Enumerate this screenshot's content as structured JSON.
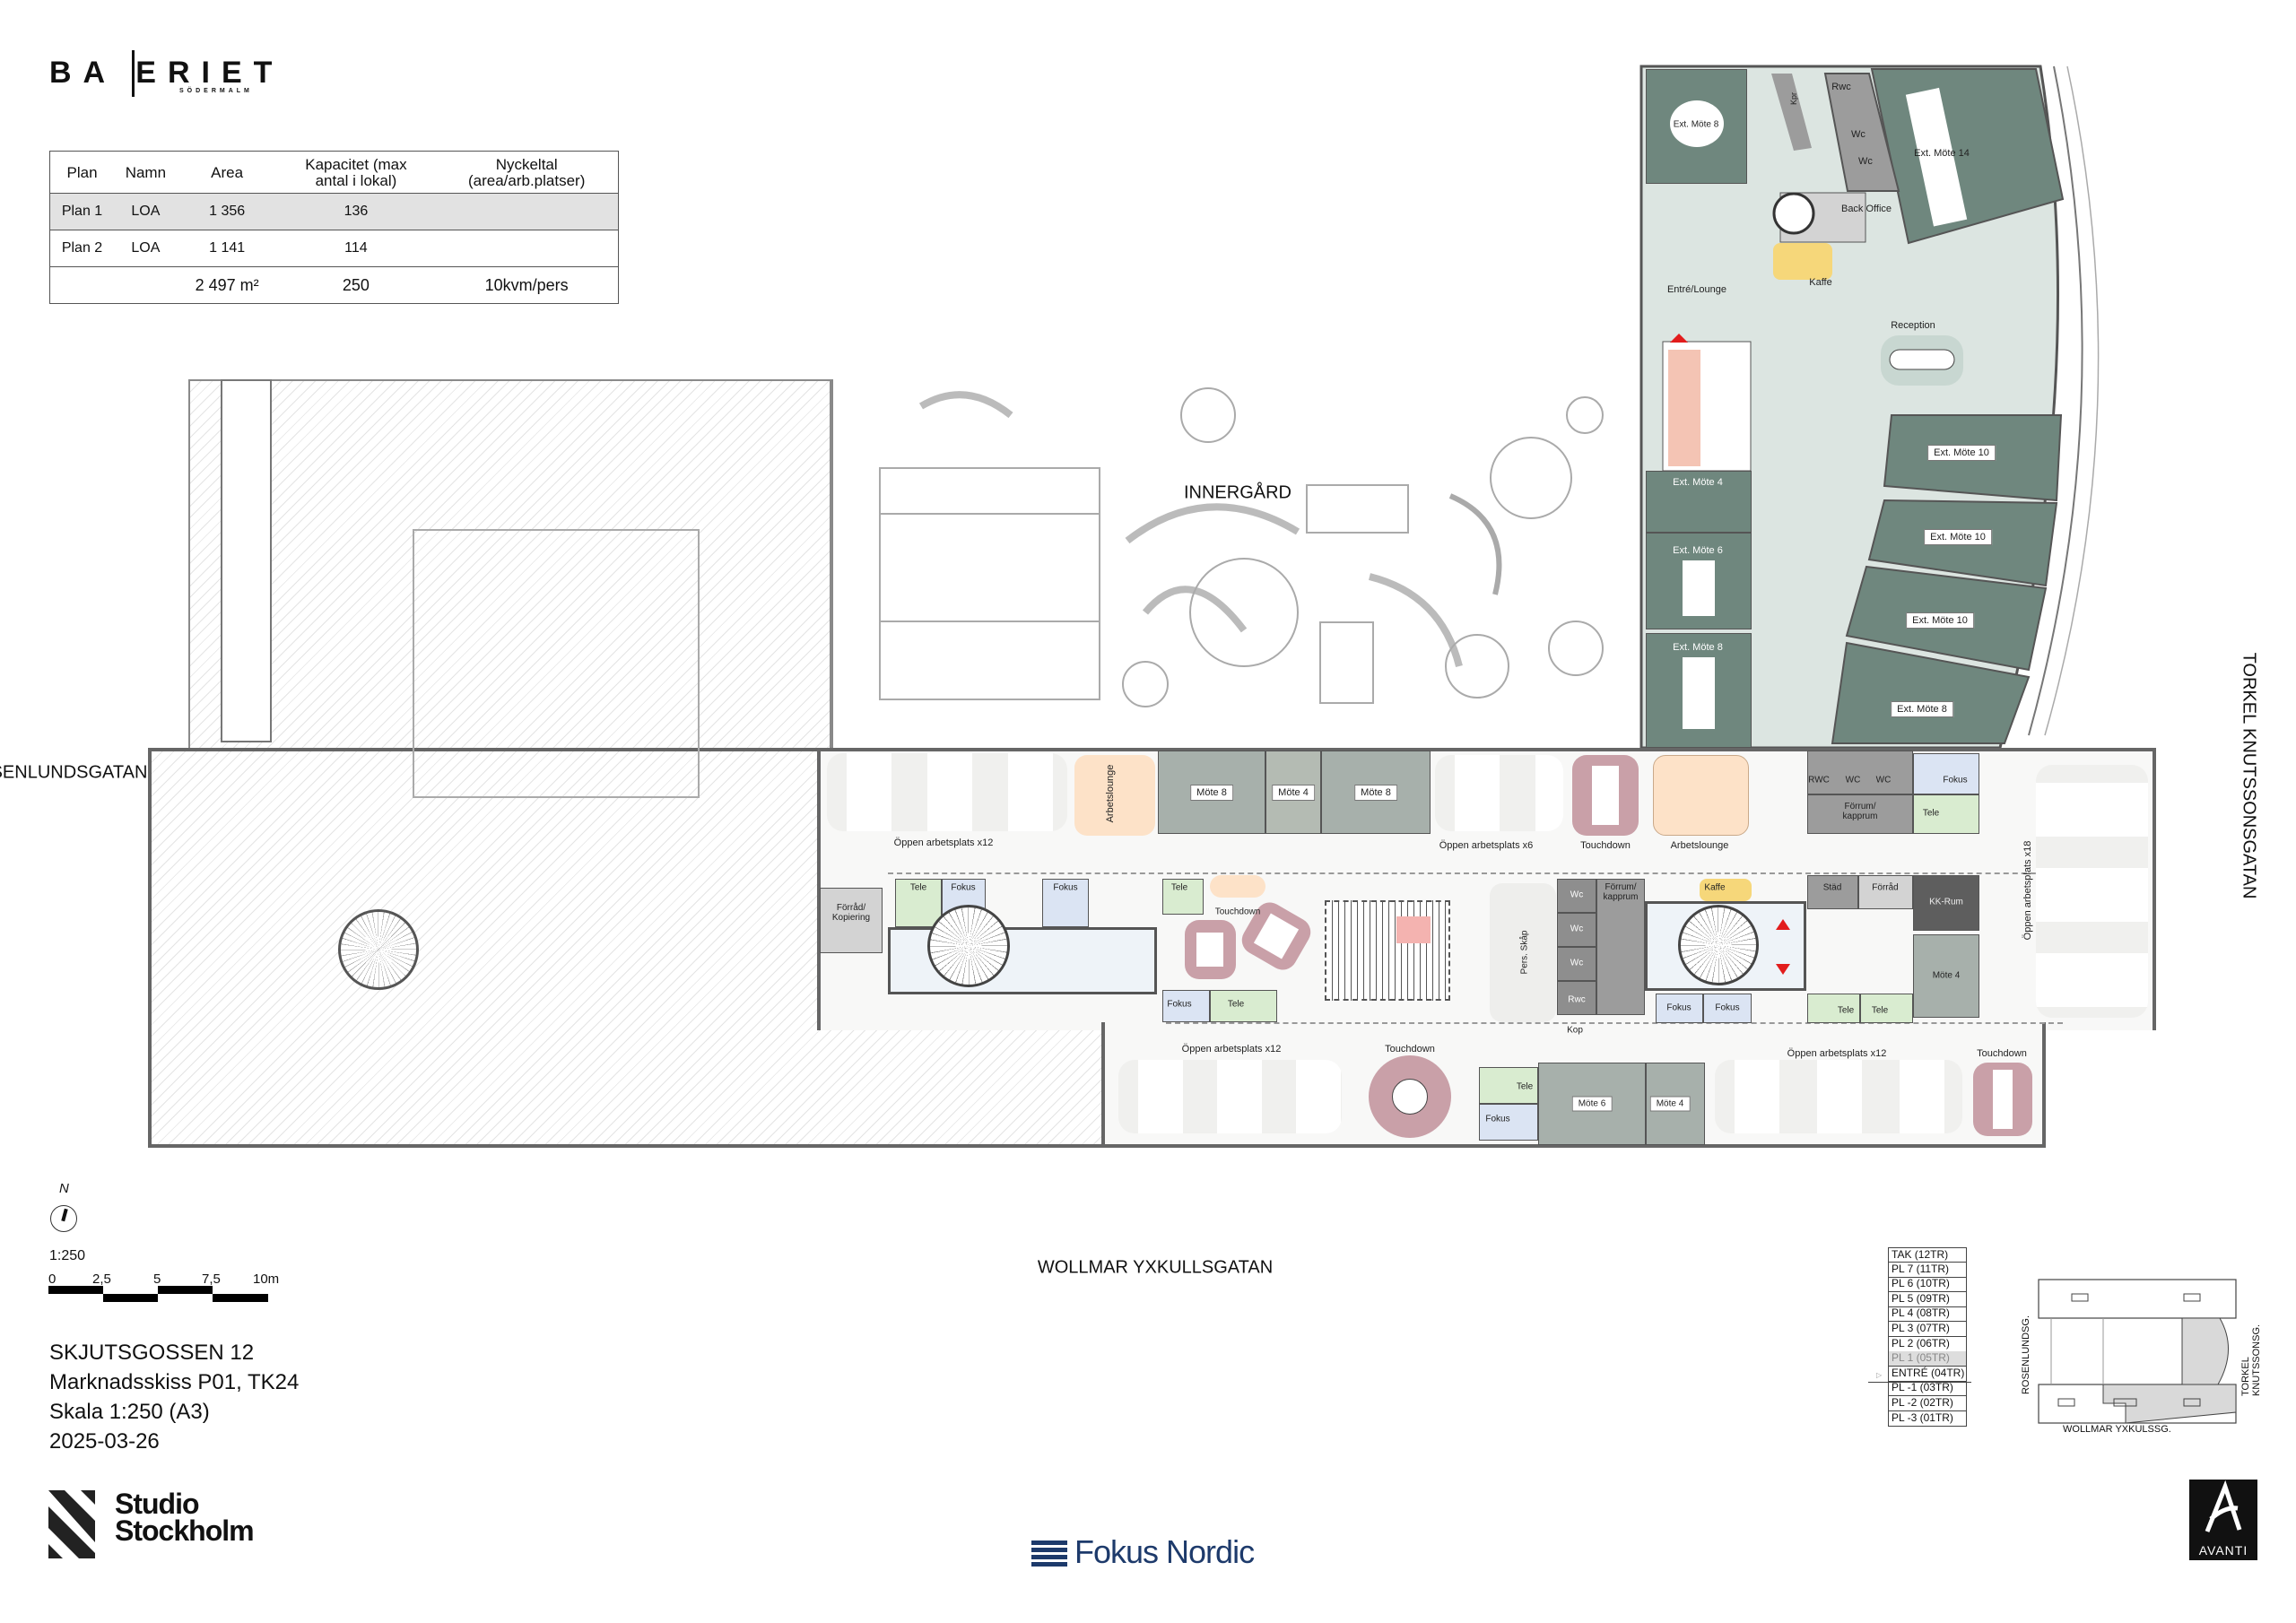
{
  "logo": {
    "name": "BA  ERIET",
    "sub": "SÖDERMALM"
  },
  "summary_table": {
    "headers": [
      "Plan",
      "Namn",
      "Area",
      "Kapacitet (max",
      "antal i lokal)",
      "Nyckeltal",
      "(area/arb.platser)"
    ],
    "rows": [
      [
        "Plan 1",
        "LOA",
        "1 356",
        "136",
        ""
      ],
      [
        "Plan 2",
        "LOA",
        "1 141",
        "114",
        ""
      ]
    ],
    "total": {
      "area": "2 497 m²",
      "capacity": "250",
      "ratio": "10kvm/pers"
    }
  },
  "streets": {
    "west": "ROSENLUNDSGATAN",
    "east": "TORKEL KNUTSSONSGATAN",
    "south": "WOLLMAR YXKULLSGATAN"
  },
  "courtyard": "INNERGÅRD",
  "rooms": [
    {
      "label": "Ext. Möte 8"
    },
    {
      "label": "Ext. Möte 14"
    },
    {
      "label": "Rwc"
    },
    {
      "label": "Wc"
    },
    {
      "label": "Wc"
    },
    {
      "label": "Back Office"
    },
    {
      "label": "Kaffe"
    },
    {
      "label": "Entré/Lounge"
    },
    {
      "label": "Reception"
    },
    {
      "label": "Ext. Möte 10"
    },
    {
      "label": "Ext. Möte 10"
    },
    {
      "label": "Ext. Möte 10"
    },
    {
      "label": "Ext. Möte 8"
    },
    {
      "label": "Ext. Möte 4"
    },
    {
      "label": "Ext. Möte 6"
    },
    {
      "label": "Ext. Möte 8"
    },
    {
      "label": "Kpr"
    },
    {
      "label": "Öppen arbetsplats x12"
    },
    {
      "label": "Arbetslounge"
    },
    {
      "label": "Möte 8"
    },
    {
      "label": "Möte 4"
    },
    {
      "label": "Möte 8"
    },
    {
      "label": "Öppen arbetsplats x6"
    },
    {
      "label": "Touchdown"
    },
    {
      "label": "Arbetslounge"
    },
    {
      "label": "RWC"
    },
    {
      "label": "WC"
    },
    {
      "label": "WC"
    },
    {
      "label": "Förrum/ kapprum"
    },
    {
      "label": "Fokus"
    },
    {
      "label": "Tele"
    },
    {
      "label": "Öppen arbetsplats x18"
    },
    {
      "label": "Förråd/ Kopiering"
    },
    {
      "label": "Tele"
    },
    {
      "label": "Fokus"
    },
    {
      "label": "Fokus"
    },
    {
      "label": "Tele"
    },
    {
      "label": "Touchdown"
    },
    {
      "label": "Fokus"
    },
    {
      "label": "Tele"
    },
    {
      "label": "Pers. Skåp"
    },
    {
      "label": "Wc"
    },
    {
      "label": "Wc"
    },
    {
      "label": "Wc"
    },
    {
      "label": "Rwc"
    },
    {
      "label": "Förrum/ kapprum"
    },
    {
      "label": "Kop"
    },
    {
      "label": "Kaffe"
    },
    {
      "label": "Städ"
    },
    {
      "label": "Förråd"
    },
    {
      "label": "KK-Rum"
    },
    {
      "label": "Möte 4"
    },
    {
      "label": "Fokus"
    },
    {
      "label": "Fokus"
    },
    {
      "label": "Tele"
    },
    {
      "label": "Tele"
    },
    {
      "label": "Öppen arbetsplats x12"
    },
    {
      "label": "Touchdown"
    },
    {
      "label": "Tele"
    },
    {
      "label": "Fokus"
    },
    {
      "label": "Möte 6"
    },
    {
      "label": "Möte 4"
    },
    {
      "label": "Öppen arbetsplats x12"
    },
    {
      "label": "Touchdown"
    }
  ],
  "legend": {
    "north": "N",
    "scale": "1:250",
    "scale_ticks": [
      "0",
      "2,5",
      "5",
      "7,5",
      "10m"
    ]
  },
  "title_block": [
    "SKJUTSGOSSEN 12",
    "Marknadsskiss P01, TK24",
    "Skala 1:250 (A3)",
    "2025-03-26"
  ],
  "floors": [
    "TAK (12TR)",
    "PL 7 (11TR)",
    "PL 6 (10TR)",
    "PL 5 (09TR)",
    "PL 4 (08TR)",
    "PL 3 (07TR)",
    "PL 2 (06TR)",
    "PL 1 (05TR)",
    "ENTRÉ (04TR)",
    "PL -1 (03TR)",
    "PL -2 (02TR)",
    "PL -3 (01TR)"
  ],
  "current_floor": "PL 1 (05TR)",
  "key_plan": {
    "west": "ROSENLUNDSG.",
    "east": "TORKEL KNUTSSONSG.",
    "south": "WOLLMAR YXKULSSG."
  },
  "logos": {
    "studio_1": "Studio",
    "studio_2": "Stockholm",
    "fokus": "Fokus Nordic",
    "avanti": "AVANTI"
  },
  "colors": {
    "ext_meeting": "#6f877e",
    "lounge": "#dce5e1",
    "touchdown": "#c9a0a8",
    "arbetslounge": "#fde2c8",
    "fokus": "#dbe4f3",
    "tele": "#d9ecd0",
    "kaffe": "#f6d77a",
    "fokus_nordic": "#1d3a6b"
  }
}
